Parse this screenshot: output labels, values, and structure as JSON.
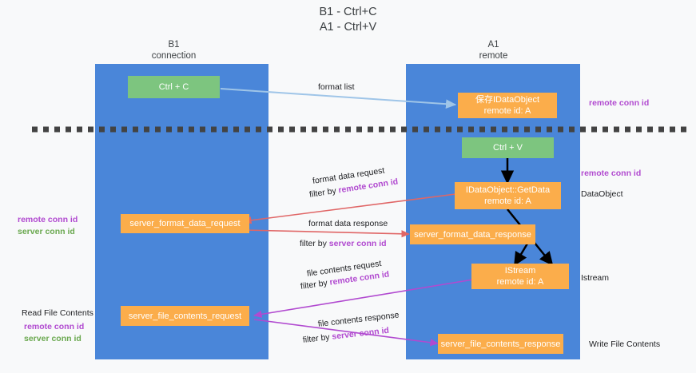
{
  "title": "B1 - Ctrl+C\nA1 - Ctrl+V",
  "columns": [
    {
      "name": "b1-connection",
      "header": "B1\nconnection"
    },
    {
      "name": "a1-remote",
      "header": "A1\nremote"
    }
  ],
  "boxes": {
    "ctrl_c": "Ctrl + C",
    "save_idataobject": "保存IDataObject\nremote id: A",
    "ctrl_v": "Ctrl + V",
    "getdata": "IDataObject::GetData\nremote id: A",
    "server_format_data_request": "server_format_data_request",
    "server_format_data_response": "server_format_data_response",
    "istream": "IStream\nremote id: A",
    "server_file_contents_request": "server_file_contents_request",
    "server_file_contents_response": "server_file_contents_response"
  },
  "edges": {
    "format_list": "format list",
    "format_data_request": "format data request",
    "format_data_request_filter_prefix": "filter by ",
    "format_data_request_filter_key": "remote conn id",
    "format_data_response": "format data response",
    "format_data_response_filter_prefix": "filter by ",
    "format_data_response_filter_key": "server conn id",
    "file_contents_request": "file contents request",
    "file_contents_request_filter_prefix": "filter by ",
    "file_contents_request_filter_key": "remote conn id",
    "file_contents_response": "file contents response",
    "file_contents_response_filter_prefix": "filter by ",
    "file_contents_response_filter_key": "server conn id"
  },
  "annotations": {
    "right_remote_conn_id_top": "remote conn id",
    "right_remote_conn_id_mid": "remote conn id",
    "right_dataobject": "DataObject",
    "right_istream": "Istream",
    "right_write_file_contents": "Write File Contents",
    "left_remote_conn_id_mid": "remote conn id",
    "left_server_conn_id_mid": "server conn id",
    "left_read_file_contents": "Read File Contents",
    "left_remote_conn_id_bottom": "remote conn id",
    "left_server_conn_id_bottom": "server conn id"
  },
  "colors": {
    "column_blue": "#4a86d9",
    "box_green": "#7dc57f",
    "box_orange": "#fbad4b",
    "arrow_blue": "#9fc5e8",
    "arrow_red": "#e06666",
    "arrow_purple": "#b14ad0",
    "arrow_black": "#000000",
    "highlight_purple": "#b14ad0",
    "highlight_green": "#6aa84f",
    "divider": "#434343",
    "background": "#f8f9fa"
  }
}
